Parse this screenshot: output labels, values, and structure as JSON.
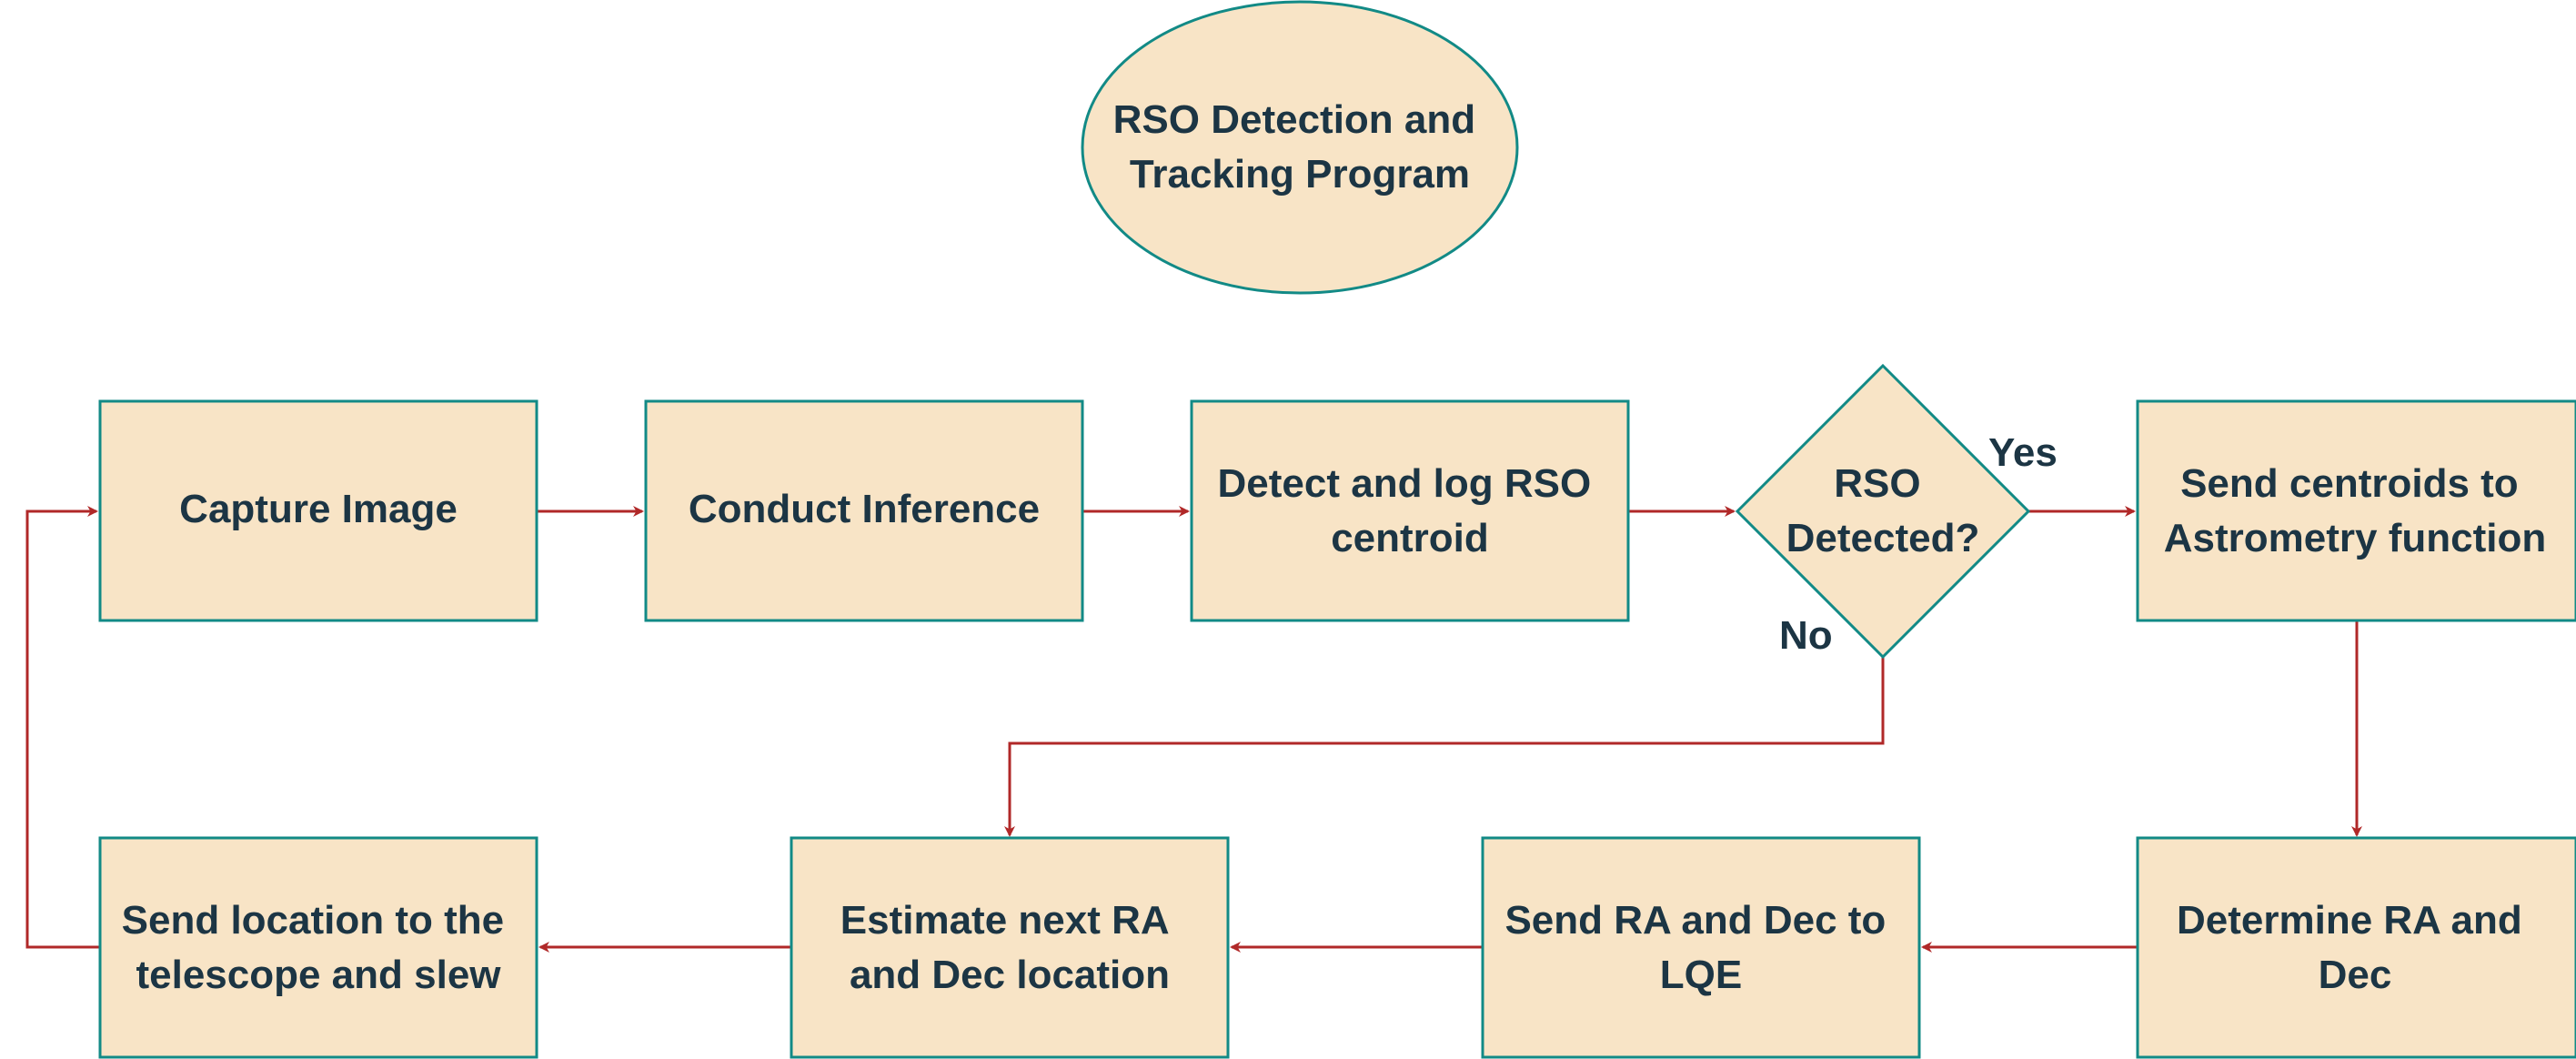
{
  "colors": {
    "node_fill": "#f8e4c6",
    "node_stroke": "#128a86",
    "edge": "#b02828",
    "text": "#1c3544"
  },
  "nodes": {
    "start": {
      "lines": [
        "RSO Detection and",
        "Tracking Program"
      ]
    },
    "capture": {
      "lines": [
        "Capture Image"
      ]
    },
    "inference": {
      "lines": [
        "Conduct Inference"
      ]
    },
    "detect": {
      "lines": [
        "Detect and log RSO",
        "centroid"
      ]
    },
    "decision": {
      "lines": [
        "RSO",
        "Detected?"
      ]
    },
    "send_centroids": {
      "lines": [
        "Send centroids to",
        "Astrometry function"
      ]
    },
    "determine": {
      "lines": [
        "Determine RA and",
        "Dec"
      ]
    },
    "send_lqe": {
      "lines": [
        "Send RA and Dec to",
        "LQE"
      ]
    },
    "estimate": {
      "lines": [
        "Estimate next RA",
        "and Dec location"
      ]
    },
    "send_location": {
      "lines": [
        "Send location to the",
        "telescope and slew"
      ]
    }
  },
  "edges": {
    "yes_label": "Yes",
    "no_label": "No"
  }
}
